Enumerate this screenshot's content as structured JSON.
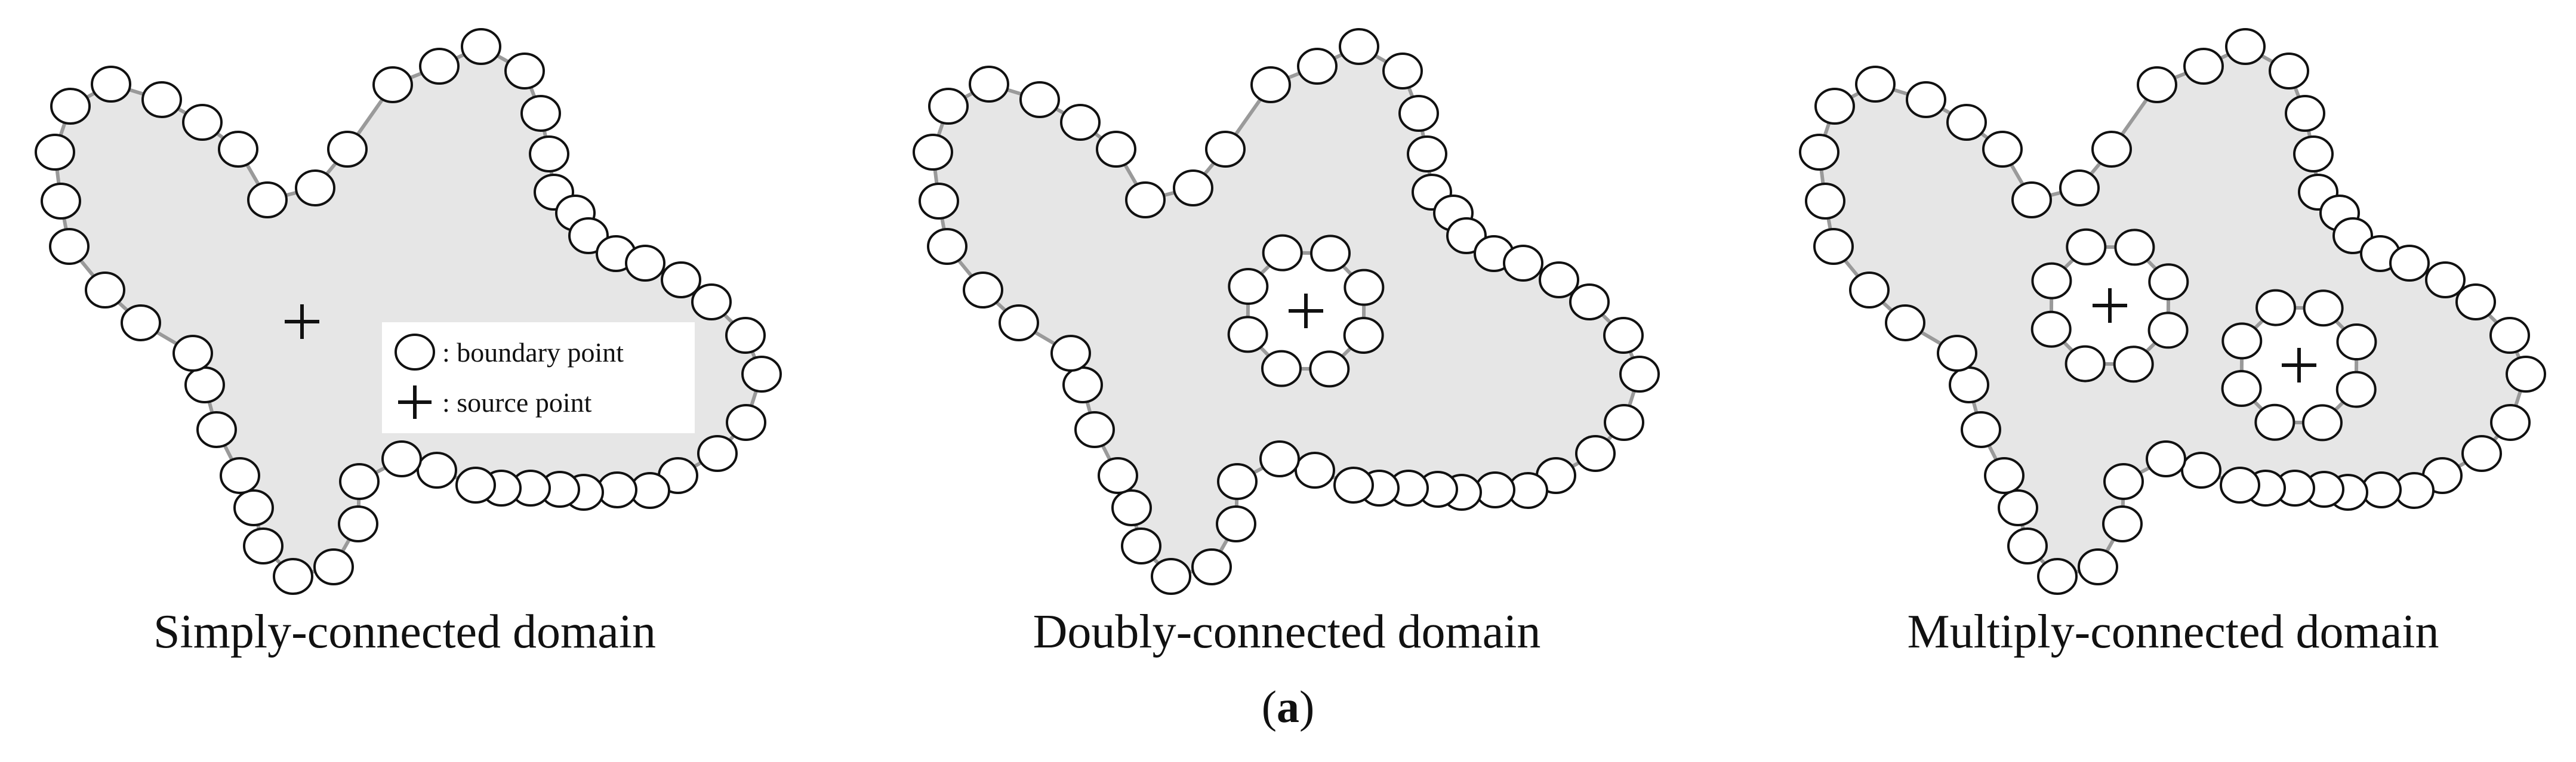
{
  "panels": [
    {
      "caption": "Simply-connected domain",
      "hole_count": 0
    },
    {
      "caption": "Doubly-connected domain",
      "hole_count": 1
    },
    {
      "caption": "Multiply-connected domain",
      "hole_count": 2
    }
  ],
  "legend": {
    "boundary_label": ": boundary point",
    "source_label": ": source point"
  },
  "subfigure_label": "(a)",
  "sub_label_open": "(",
  "sub_label_letter": "a",
  "sub_label_close": ")",
  "colors": {
    "domain_fill": "#e6e6e6",
    "boundary_line": "#9a9a9a",
    "point_stroke": "#111111",
    "point_fill": "#ffffff",
    "legend_background": "#ffffff"
  }
}
